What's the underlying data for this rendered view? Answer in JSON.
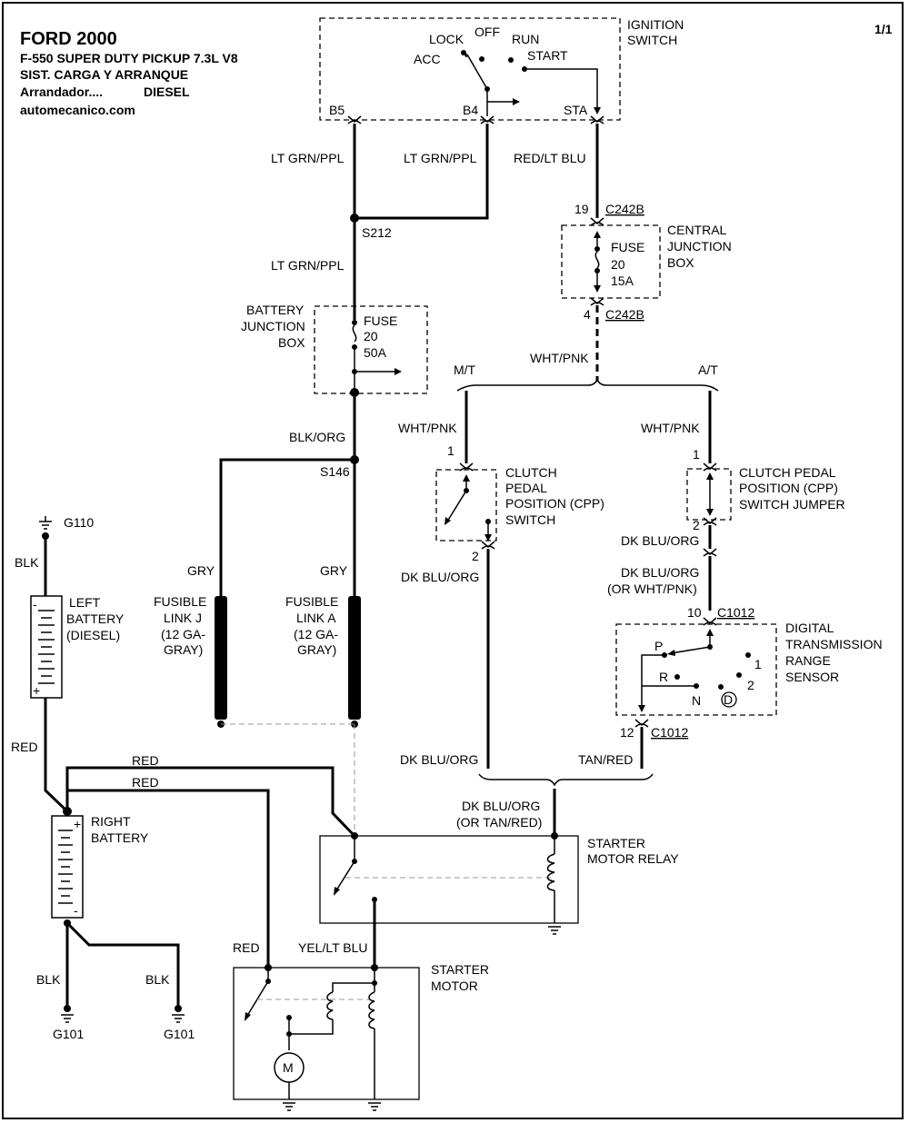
{
  "header": {
    "title": "FORD 2000",
    "vehicle": "F-550 SUPER DUTY PICKUP 7.3L V8",
    "system": "SIST. CARGA Y ARRANQUE",
    "circuit_label": "Arrandador....",
    "engine": "DIESEL",
    "website": "automecanico.com",
    "page": "1/1"
  },
  "components": {
    "ignition_switch": {
      "name_line1": "IGNITION",
      "name_line2": "SWITCH",
      "positions": {
        "lock": "LOCK",
        "off": "OFF",
        "run": "RUN",
        "acc": "ACC",
        "start": "START"
      },
      "terminals": {
        "b5": "B5",
        "b4": "B4",
        "sta": "STA"
      }
    },
    "central_junction_box": {
      "line1": "CENTRAL",
      "line2": "JUNCTION",
      "line3": "BOX",
      "fuse_label": "FUSE",
      "fuse_number": "20",
      "fuse_rating": "15A",
      "pin_in": "19",
      "pin_out": "4",
      "connector": "C242B"
    },
    "battery_junction_box": {
      "line1": "BATTERY",
      "line2": "JUNCTION",
      "line3": "BOX",
      "fuse_label": "FUSE",
      "fuse_number": "20",
      "fuse_rating": "50A"
    },
    "splices": {
      "s212": "S212",
      "s146": "S146"
    },
    "transmission_branches": {
      "manual": "M/T",
      "automatic": "A/T"
    },
    "cpp_switch": {
      "line1": "CLUTCH",
      "line2": "PEDAL",
      "line3": "POSITION (CPP)",
      "line4": "SWITCH",
      "pin_in": "1",
      "pin_out": "2"
    },
    "cpp_jumper": {
      "line1": "CLUTCH PEDAL",
      "line2": "POSITION (CPP)",
      "line3": "SWITCH JUMPER",
      "pin_in": "1",
      "pin_out": "2"
    },
    "dtr_sensor": {
      "line1": "DIGITAL",
      "line2": "TRANSMISSION",
      "line3": "RANGE",
      "line4": "SENSOR",
      "pin_in": "10",
      "pin_out": "12",
      "connector": "C1012",
      "positions": {
        "p": "P",
        "r": "R",
        "n": "N",
        "d": "D",
        "one": "1",
        "two": "2"
      }
    },
    "fusible_link_j": {
      "line1": "FUSIBLE",
      "line2": "LINK J",
      "line3": "(12 GA-",
      "line4": "GRAY)"
    },
    "fusible_link_a": {
      "line1": "FUSIBLE",
      "line2": "LINK A",
      "line3": "(12 GA-",
      "line4": "GRAY)"
    },
    "left_battery": {
      "line1": "LEFT",
      "line2": "BATTERY",
      "line3": "(DIESEL)",
      "minus": "-",
      "plus": "+"
    },
    "right_battery": {
      "line1": "RIGHT",
      "line2": "BATTERY",
      "minus": "-",
      "plus": "+"
    },
    "starter_relay": {
      "line1": "STARTER",
      "line2": "MOTOR RELAY"
    },
    "starter_motor": {
      "line1": "STARTER",
      "line2": "MOTOR",
      "motor_symbol": "M"
    },
    "grounds": {
      "g110": "G110",
      "g101_left": "G101",
      "g101_right": "G101"
    }
  },
  "wires": {
    "b5": "LT GRN/PPL",
    "b4": "LT GRN/PPL",
    "sta": "RED/LT BLU",
    "s212_to_bjb": "LT GRN/PPL",
    "cjb_out": "WHT/PNK",
    "mt_branch": "WHT/PNK",
    "at_branch": "WHT/PNK",
    "bjb_to_s146": "BLK/ORG",
    "link_j": "GRY",
    "link_a": "GRY",
    "cpp_out": "DK BLU/ORG",
    "jumper_out": "DK BLU/ORG",
    "to_dtr_line1": "DK BLU/ORG",
    "to_dtr_line2": "(OR WHT/PNK)",
    "mt_to_relay": "DK BLU/ORG",
    "at_to_relay": "TAN/RED",
    "relay_in_line1": "DK BLU/ORG",
    "relay_in_line2": "(OR TAN/RED)",
    "g110_wire": "BLK",
    "left_batt_pos": "RED",
    "red_1": "RED",
    "red_2": "RED",
    "red_motor": "RED",
    "relay_to_motor": "YEL/LT BLU",
    "ground_blk_1": "BLK",
    "ground_blk_2": "BLK"
  }
}
